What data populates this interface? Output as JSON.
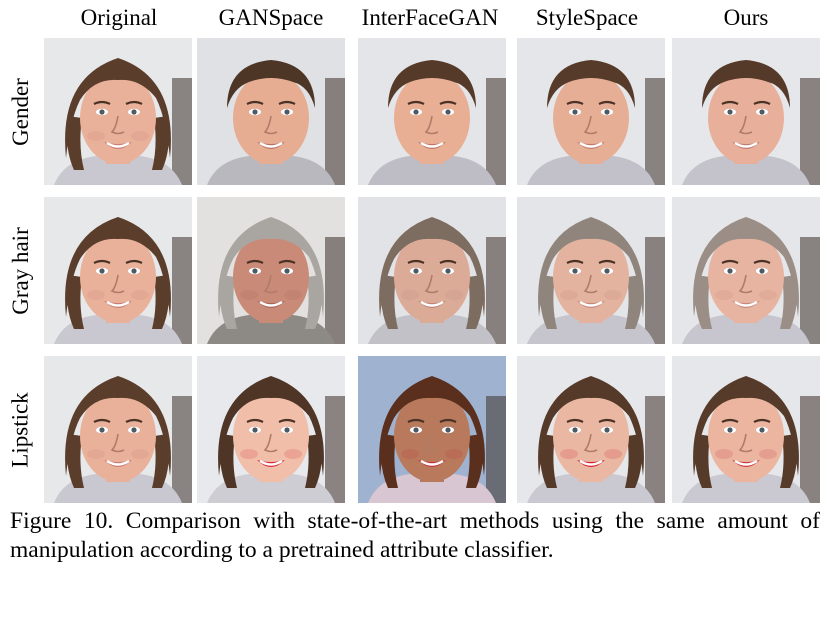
{
  "columns": [
    "Original",
    "GANSpace",
    "InterFaceGAN",
    "StyleSpace",
    "Ours"
  ],
  "rows": [
    "Gender",
    "Gray hair",
    "Lipstick"
  ],
  "caption": "Figure 10. Comparison with state-of-the-art methods using the same amount of manipulation according to a pretrained attribute classifier.",
  "faces": [
    [
      {
        "skin": "#e9b19a",
        "hair": "#5a3d2b",
        "lips": "#c97d74",
        "bg": "#e7e8ea",
        "shirt": "#c9c7cf",
        "masc": 0
      },
      {
        "skin": "#e6ad93",
        "hair": "#4e3626",
        "lips": "#b87263",
        "bg": "#dfe1e4",
        "shirt": "#b9b8bf",
        "masc": 1
      },
      {
        "skin": "#e8af95",
        "hair": "#553a29",
        "lips": "#bd7767",
        "bg": "#e4e5e8",
        "shirt": "#bebcc4",
        "masc": 1
      },
      {
        "skin": "#e7ae96",
        "hair": "#563b2a",
        "lips": "#c07a6c",
        "bg": "#e5e6e9",
        "shirt": "#c2c0c8",
        "masc": 1
      },
      {
        "skin": "#e8b09a",
        "hair": "#553a29",
        "lips": "#c07a6e",
        "bg": "#e6e7ea",
        "shirt": "#c4c2ca",
        "masc": 1
      }
    ],
    [
      {
        "skin": "#e9b19a",
        "hair": "#5a3d2b",
        "lips": "#c97d74",
        "bg": "#e7e8ea",
        "shirt": "#c9c7cf",
        "masc": 0
      },
      {
        "skin": "#c98a78",
        "hair": "#a9a6a2",
        "lips": "#a86658",
        "bg": "#e3e1df",
        "shirt": "#8d8a86",
        "masc": 0
      },
      {
        "skin": "#dcab98",
        "hair": "#7d6d61",
        "lips": "#bf8478",
        "bg": "#e2e3e6",
        "shirt": "#c3c1c8",
        "masc": 0
      },
      {
        "skin": "#e4b39f",
        "hair": "#8f857d",
        "lips": "#c4857a",
        "bg": "#e4e5e8",
        "shirt": "#c6c4cc",
        "masc": 0
      },
      {
        "skin": "#e6b4a0",
        "hair": "#9a8e86",
        "lips": "#c6877c",
        "bg": "#e5e6e9",
        "shirt": "#c7c5cd",
        "masc": 0
      }
    ],
    [
      {
        "skin": "#e9b19a",
        "hair": "#5a3d2b",
        "lips": "#c97d74",
        "bg": "#e7e8ea",
        "shirt": "#c9c7cf",
        "masc": 0
      },
      {
        "skin": "#f0bea9",
        "hair": "#4f3526",
        "lips": "#d62a3a",
        "bg": "#e8e9ec",
        "shirt": "#cfcdd4",
        "masc": 0
      },
      {
        "skin": "#b8795c",
        "hair": "#5a2f1d",
        "lips": "#c4373f",
        "bg": "#9fb3d1",
        "shirt": "#d8c6d2",
        "masc": 0
      },
      {
        "skin": "#eab7a2",
        "hair": "#563a29",
        "lips": "#d42030",
        "bg": "#e6e7ea",
        "shirt": "#cac8d0",
        "masc": 0
      },
      {
        "skin": "#ebb5a0",
        "hair": "#573b2a",
        "lips": "#c83a44",
        "bg": "#e6e7ea",
        "shirt": "#cac8d0",
        "masc": 0
      }
    ]
  ]
}
